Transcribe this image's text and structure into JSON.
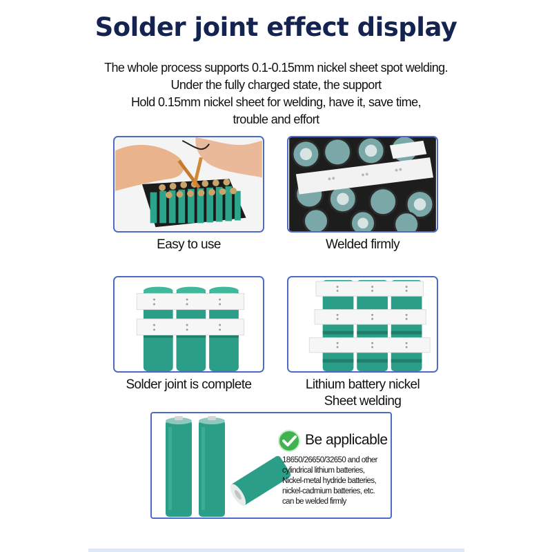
{
  "page": {
    "title": "Solder joint effect display",
    "subtitle_lines": [
      "The whole process supports 0.1-0.15mm nickel sheet spot welding.",
      "Under the fully charged state, the support",
      "Hold 0.15mm nickel sheet for welding, have it, save time,",
      "trouble and effort"
    ]
  },
  "cards": [
    {
      "caption": "Easy to use"
    },
    {
      "caption": "Welded firmly"
    },
    {
      "caption": "Solder joint is complete"
    },
    {
      "caption_lines": [
        "Lithium battery nickel",
        "Sheet welding"
      ]
    }
  ],
  "applicable": {
    "title": "Be applicable",
    "lines": [
      "18650/26650/32650 and other",
      "cylindrical lithium batteries,",
      "Nickel-metal hydride batteries,",
      "nickel-cadmium batteries, etc.",
      "can be welded firmly"
    ]
  },
  "colors": {
    "title": "#14234f",
    "card_border": "#4c68c9",
    "battery_teal": "#2a9e86",
    "nickel": "#eeeeee",
    "check_green": "#3fb34f"
  },
  "icons": [
    "check-circle-icon"
  ]
}
